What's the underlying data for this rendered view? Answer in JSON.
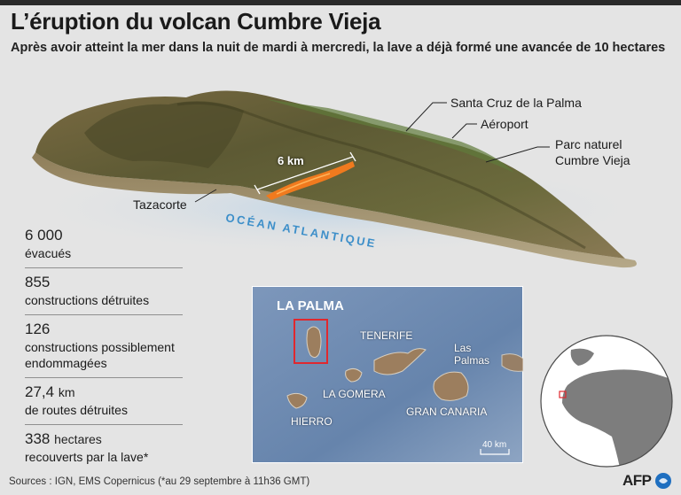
{
  "header": {
    "title": "L’éruption du volcan Cumbre Vieja",
    "subtitle": "Après avoir atteint la mer dans la nuit de mardi à mercredi, la lave a déjà formé une avancée de 10 hectares"
  },
  "relief_map": {
    "places": {
      "santa_cruz": "Santa Cruz de la Palma",
      "aeroport": "Aéroport",
      "parc_line1": "Parc naturel",
      "parc_line2": "Cumbre Vieja",
      "tazacorte": "Tazacorte"
    },
    "ocean": "OCÉAN ATLANTIQUE",
    "distance_label": "6 km"
  },
  "stats": [
    {
      "value": "6 000",
      "unit": "",
      "label": "évacués"
    },
    {
      "value": "855",
      "unit": "",
      "label": "constructions détruites"
    },
    {
      "value": "126",
      "unit": "",
      "label": "constructions possiblement endommagées"
    },
    {
      "value": "27,4",
      "unit": "km",
      "label": "de routes détruites"
    },
    {
      "value": "338",
      "unit": "hectares",
      "label": "recouverts par la lave*"
    }
  ],
  "inset_map": {
    "title": "LA PALMA",
    "islands": {
      "tenerife": "TENERIFE",
      "las_palmas_1": "Las",
      "las_palmas_2": "Palmas",
      "la_gomera": "LA GOMERA",
      "gran_canaria": "GRAN CANARIA",
      "hierro": "HIERRO"
    },
    "scale": "40 km"
  },
  "colors": {
    "lava": "#f07a1e",
    "ocean_text": "#3d8fc9",
    "inset_sea": "#6d8ab0",
    "locator_box": "#e0282e",
    "afp_blue": "#1f6fc0"
  },
  "footer": {
    "sources": "Sources : IGN, EMS Copernicus (*au 29 septembre à 11h36 GMT)",
    "logo": "AFP"
  }
}
